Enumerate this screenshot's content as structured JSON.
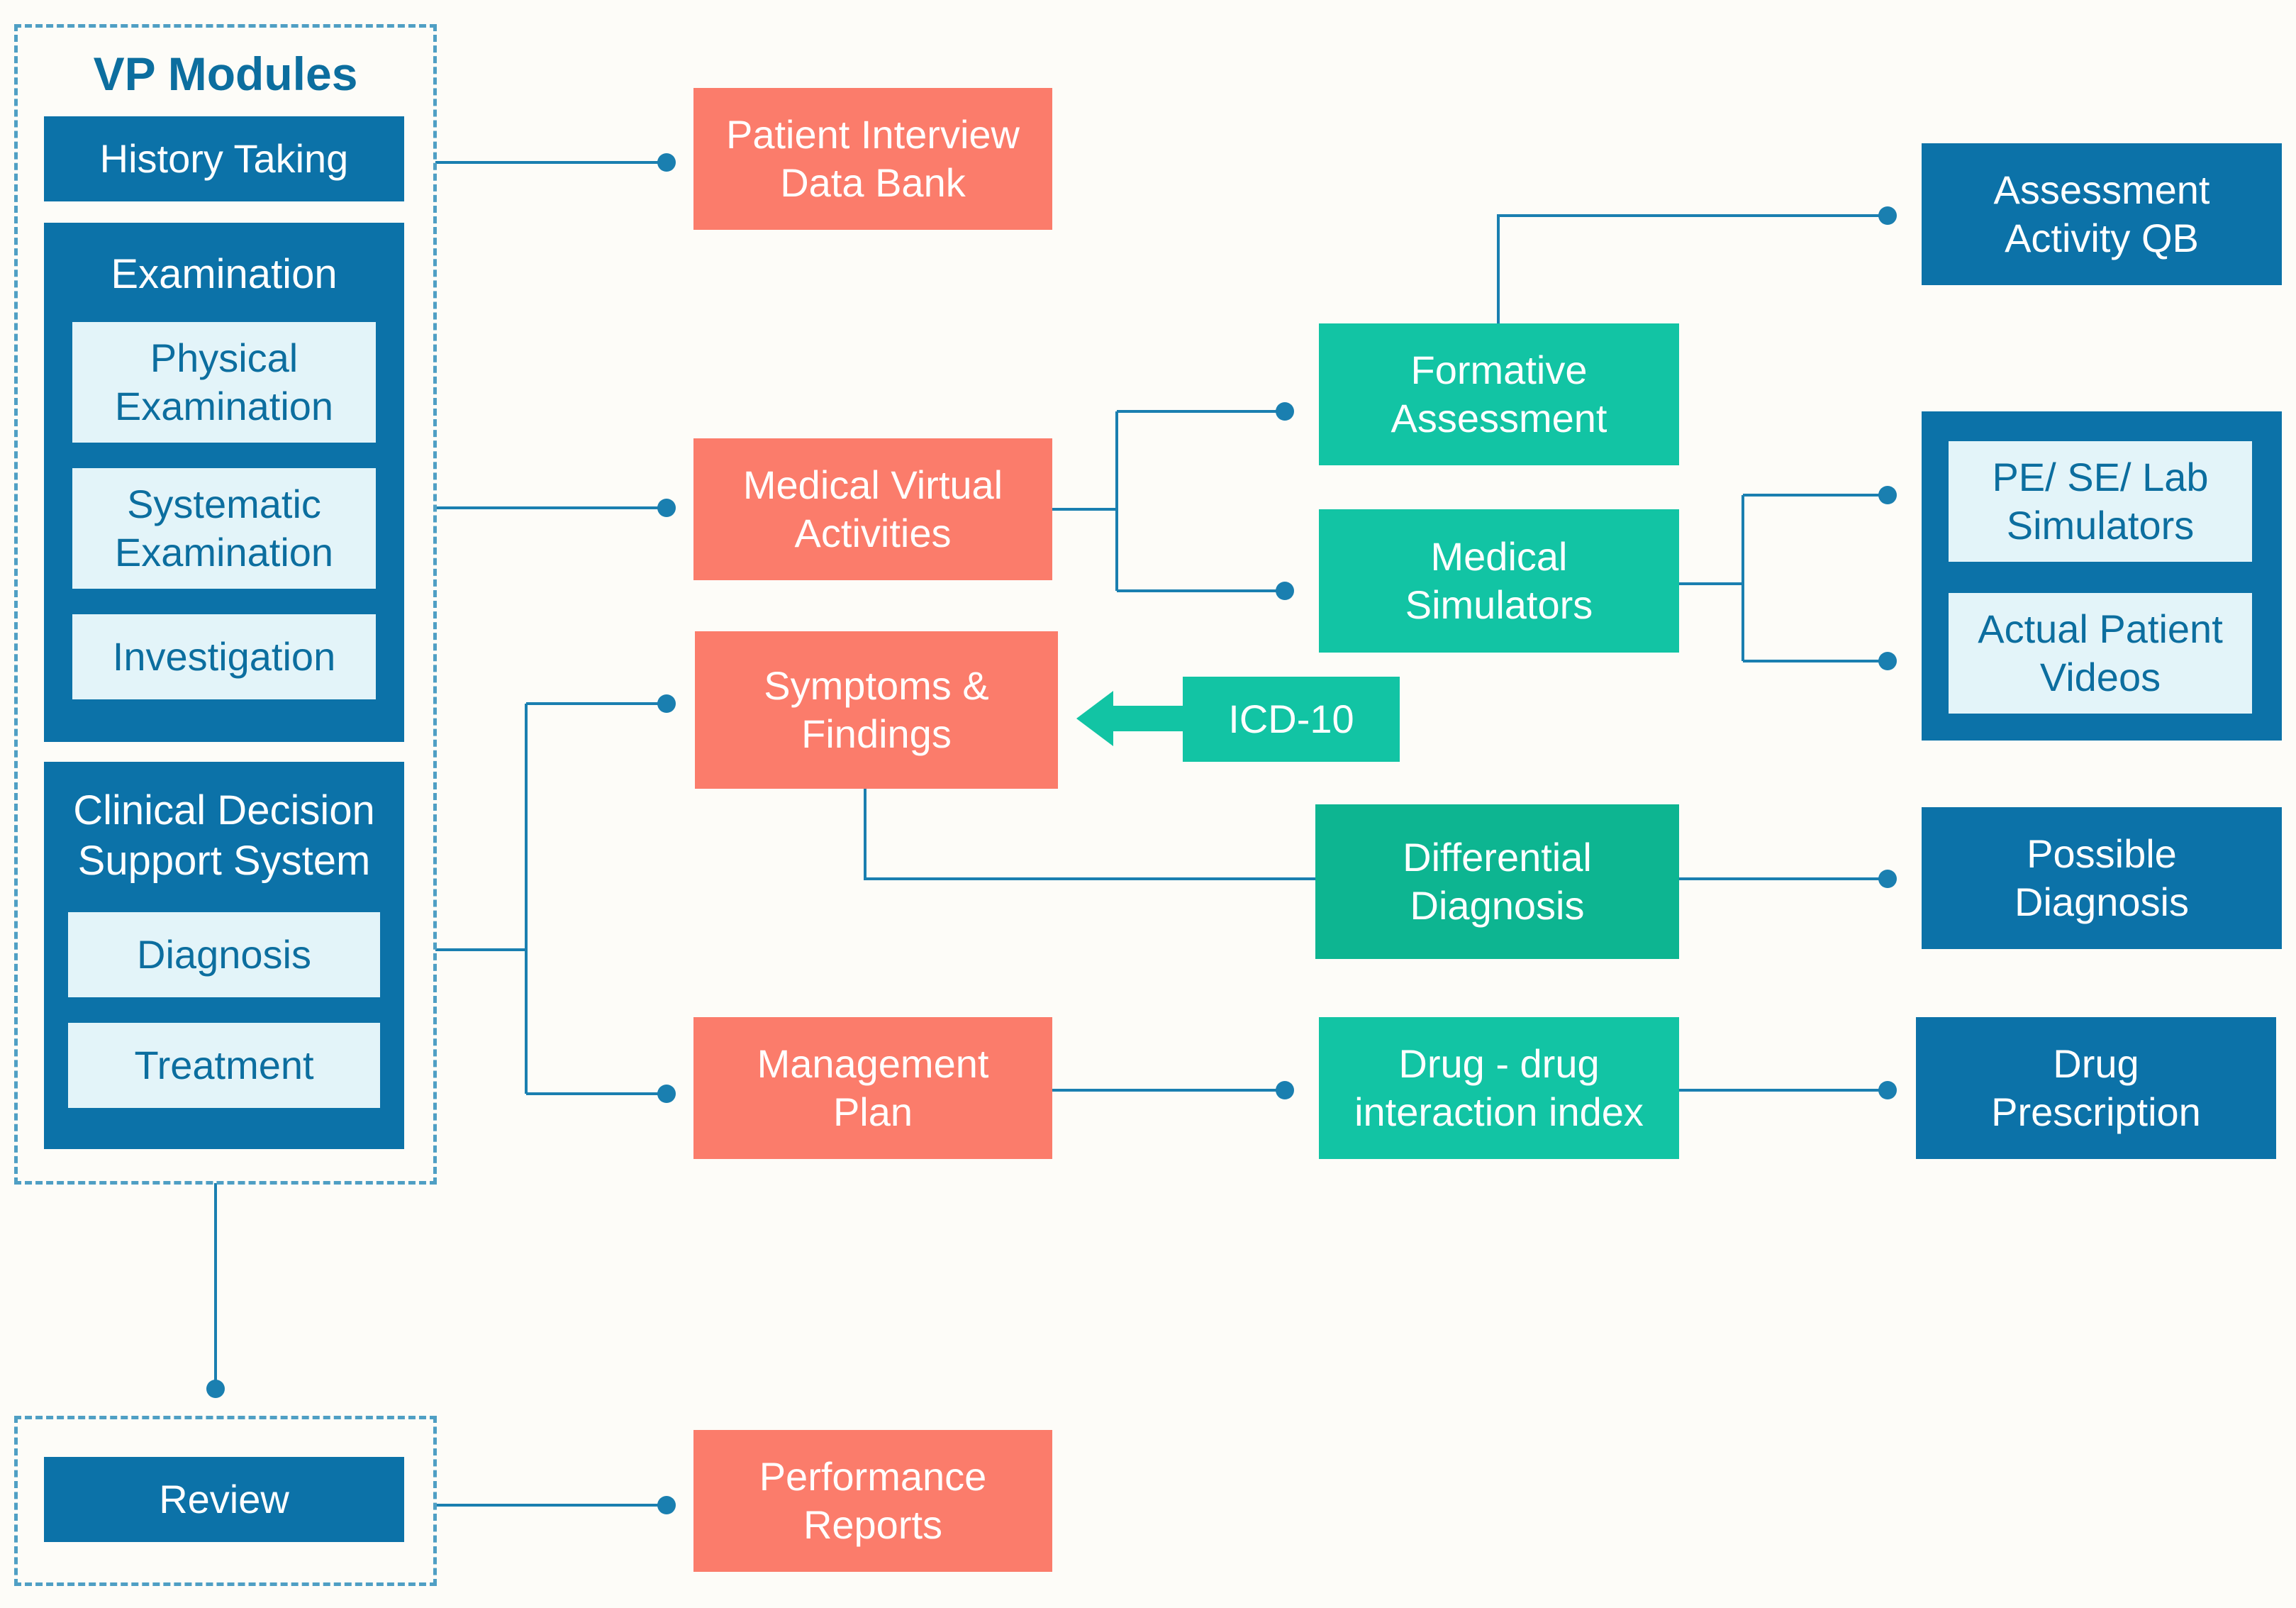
{
  "vp_modules": {
    "title": "VP Modules",
    "history_taking": "History Taking",
    "examination": {
      "label": "Examination",
      "items": [
        "Physical\nExamination",
        "Systematic\nExamination",
        "Investigation"
      ]
    },
    "cdss": {
      "label": "Clinical Decision\nSupport System",
      "items": [
        "Diagnosis",
        "Treatment"
      ]
    }
  },
  "review": "Review",
  "activities": {
    "patient_interview": "Patient Interview\nData Bank",
    "medical_virtual": "Medical Virtual\nActivities",
    "symptoms": "Symptoms &\nFindings",
    "management": "Management\nPlan",
    "performance": "Performance\nReports"
  },
  "tools": {
    "formative": "Formative\nAssessment",
    "simulators": "Medical\nSimulators",
    "icd": "ICD-10",
    "differential": "Differential\nDiagnosis",
    "drug_index": "Drug - drug\ninteraction index"
  },
  "outputs": {
    "assessment_qb": "Assessment\nActivity QB",
    "simulators_group": [
      "PE/ SE/ Lab\nSimulators",
      "Actual Patient\nVideos"
    ],
    "possible_diagnosis": "Possible\nDiagnosis",
    "drug_prescription": "Drug\nPrescription"
  },
  "colors": {
    "module_blue": "#0c72a8",
    "activity_salmon": "#fb7c6b",
    "tool_teal": "#12c4a4",
    "connector": "#1a7fb0"
  }
}
